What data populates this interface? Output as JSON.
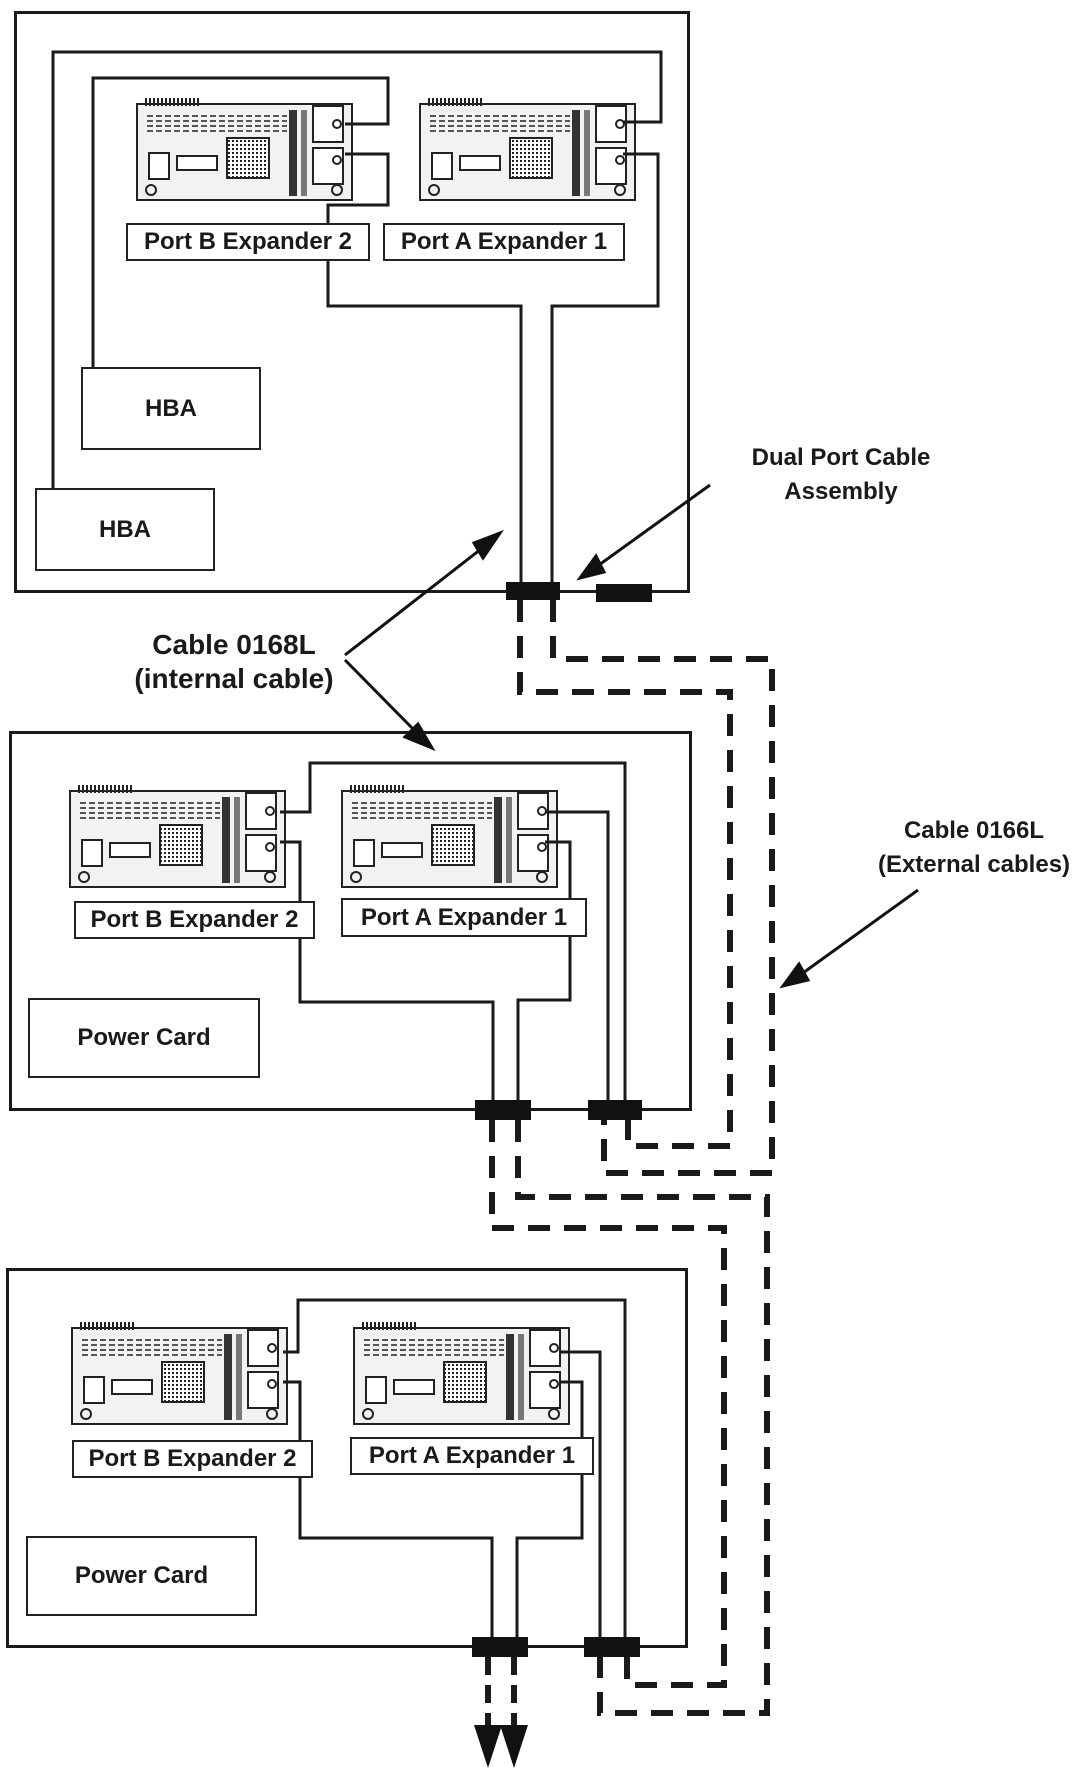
{
  "enclosures": [
    {
      "port_b_label": "Port B Expander 2",
      "port_a_label": "Port A Expander 1",
      "hba_1_label": "HBA",
      "hba_2_label": "HBA"
    },
    {
      "port_b_label": "Port B Expander 2",
      "port_a_label": "Port A Expander 1",
      "power_card_label": "Power Card"
    },
    {
      "port_b_label": "Port B Expander 2",
      "port_a_label": "Port A Expander 1",
      "power_card_label": "Power Card"
    }
  ],
  "callouts": {
    "dual_port_line1": "Dual Port Cable",
    "dual_port_line2": "Assembly",
    "internal_line1": "Cable 0168L",
    "internal_line2": "(internal cable)",
    "external_line1": "Cable 0166L",
    "external_line2": "(External cables)"
  }
}
